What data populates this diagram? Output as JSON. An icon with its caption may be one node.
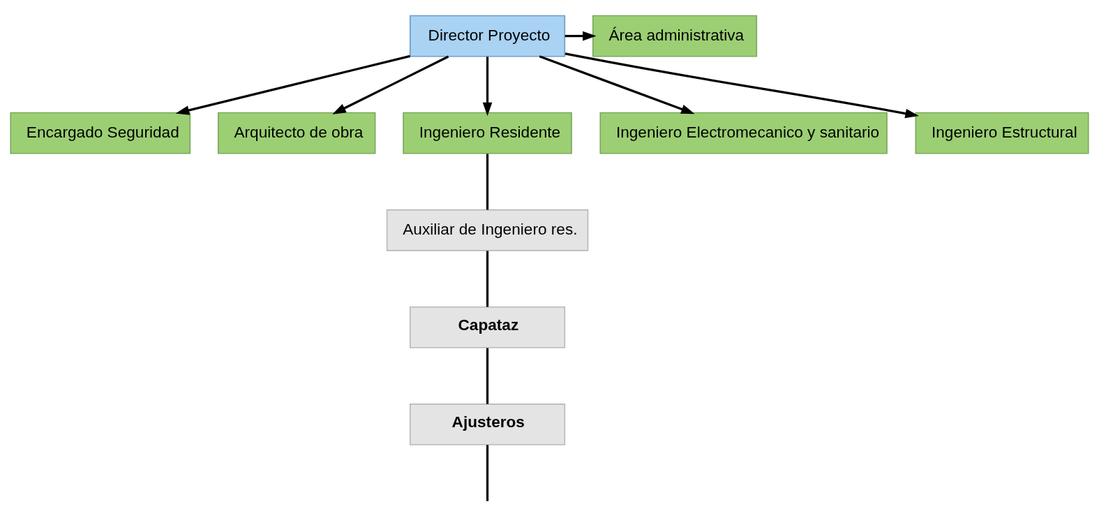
{
  "diagram": {
    "nodes": [
      {
        "text": [
          "Director Proyecto"
        ]
      },
      {
        "text": [
          "Área administrativa"
        ]
      },
      {
        "text": [
          "Encargado Seguridad"
        ]
      },
      {
        "text": [
          "Arquitecto de obra"
        ]
      },
      {
        "text": [
          "Ingeniero Residente"
        ]
      },
      {
        "text": [
          "Ingeniero Electromecanico y sanitario"
        ]
      },
      {
        "text": [
          "Ingeniero Estructural"
        ]
      },
      {
        "text": [
          "Auxiliar de Ingeniero res."
        ]
      },
      {
        "text": [
          "Capataz"
        ]
      },
      {
        "text": [
          "Ajusteros"
        ]
      }
    ],
    "edges": [
      {
        "from": 0,
        "to": 1,
        "arrow": "to"
      },
      {
        "from": 0,
        "to": 2,
        "arrow": "to"
      },
      {
        "from": 0,
        "to": 3,
        "arrow": "to"
      },
      {
        "from": 0,
        "to": 4,
        "arrow": "to"
      },
      {
        "from": 0,
        "to": 5,
        "arrow": "to"
      },
      {
        "from": 0,
        "to": 6,
        "arrow": "to"
      },
      {
        "from": 4,
        "to": 7,
        "arrow": "none"
      },
      {
        "from": 7,
        "to": 8,
        "arrow": "none"
      },
      {
        "from": 8,
        "to": 9,
        "arrow": "none"
      },
      {
        "from": 9,
        "to": null,
        "arrow": "none"
      }
    ]
  }
}
